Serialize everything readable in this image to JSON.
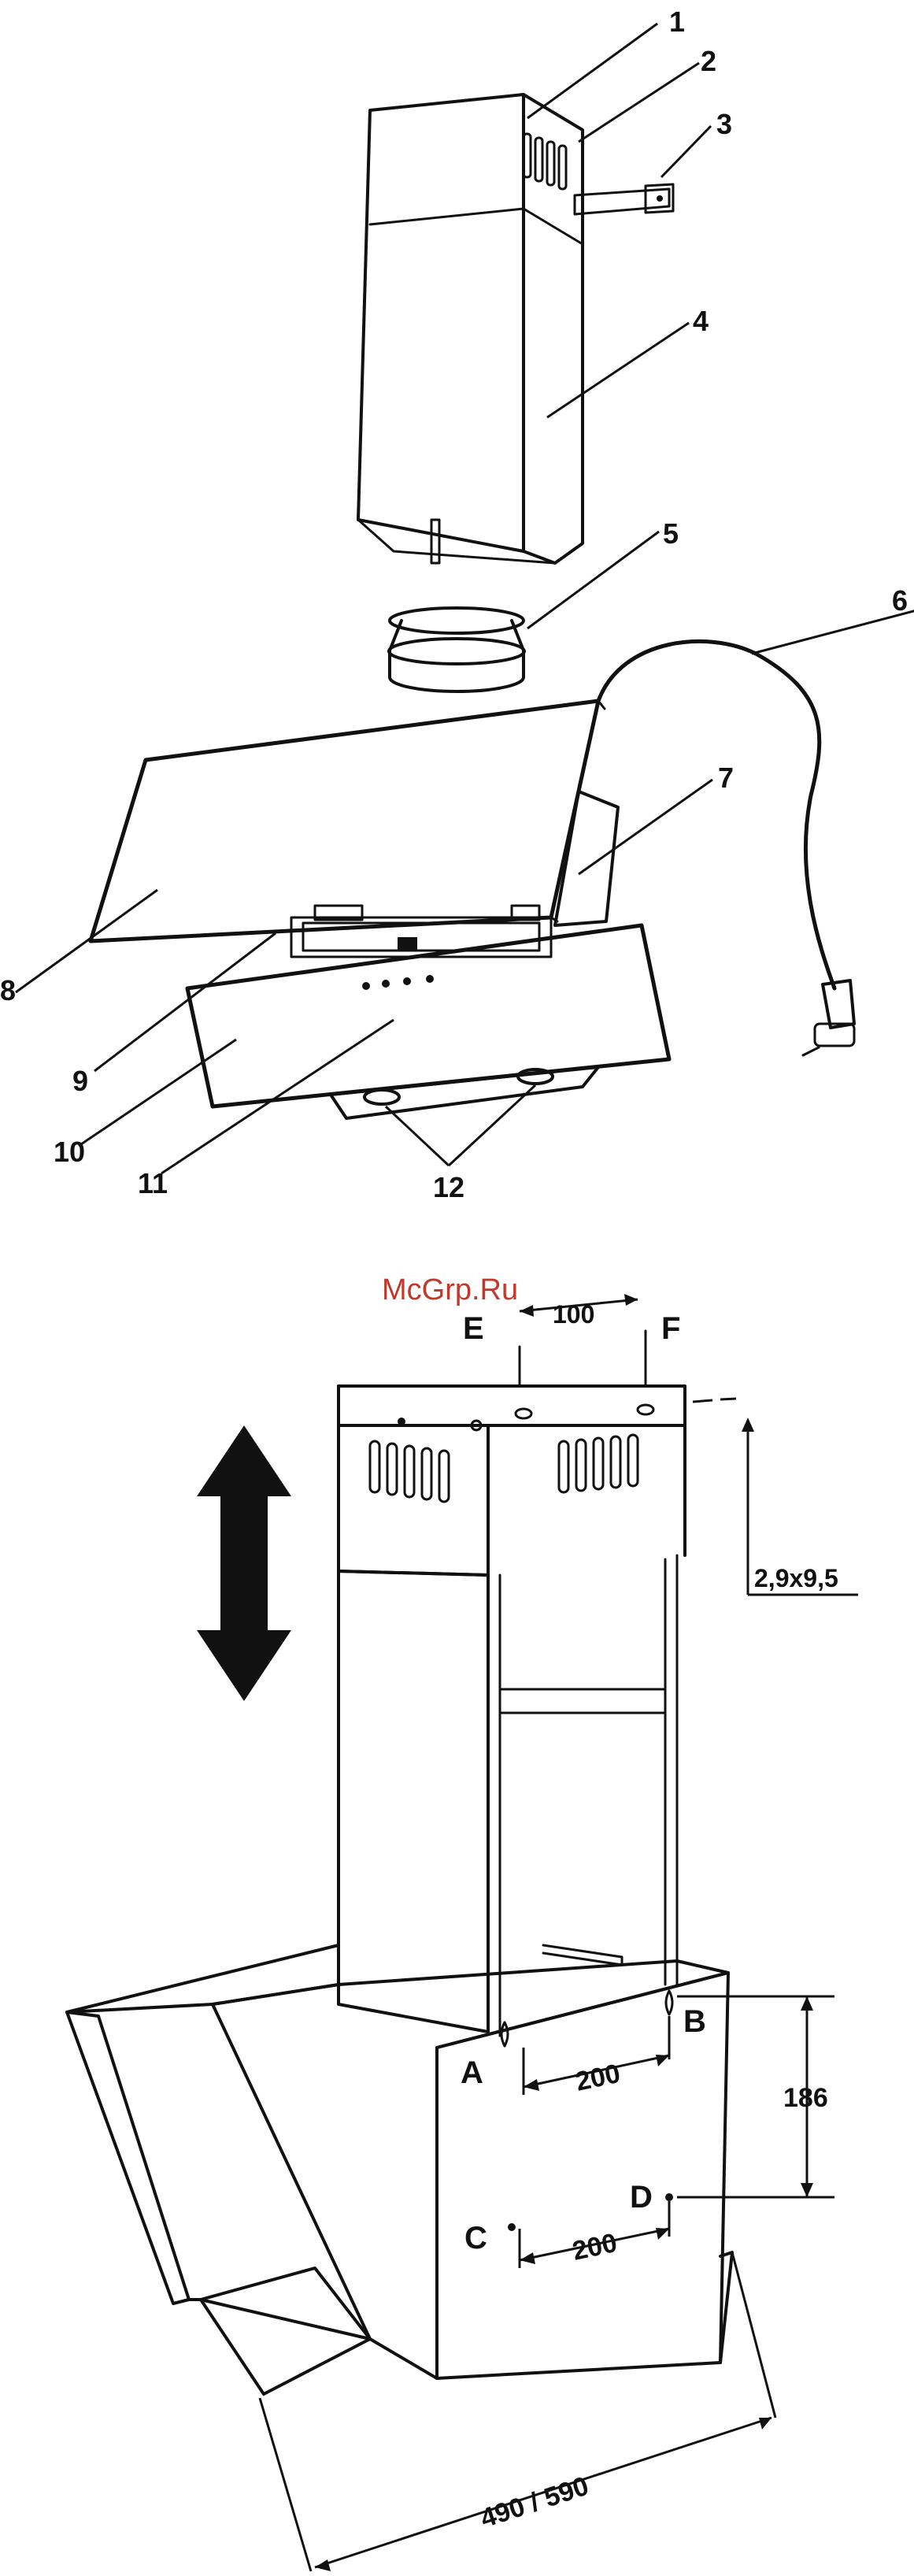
{
  "watermark": "McGrp.Ru",
  "exploded_view": {
    "callouts": [
      "1",
      "2",
      "3",
      "4",
      "5",
      "6",
      "7",
      "8",
      "9",
      "10",
      "11",
      "12"
    ]
  },
  "installation_view": {
    "points": {
      "a": "A",
      "b": "B",
      "c": "C",
      "d": "D",
      "e": "E",
      "f": "F"
    },
    "dimensions": {
      "ef_spacing": "100",
      "screw_size": "2,9x9,5",
      "ab_spacing": "200",
      "cd_spacing": "200",
      "vertical_spacing": "186",
      "hood_width": "490 / 590"
    }
  }
}
